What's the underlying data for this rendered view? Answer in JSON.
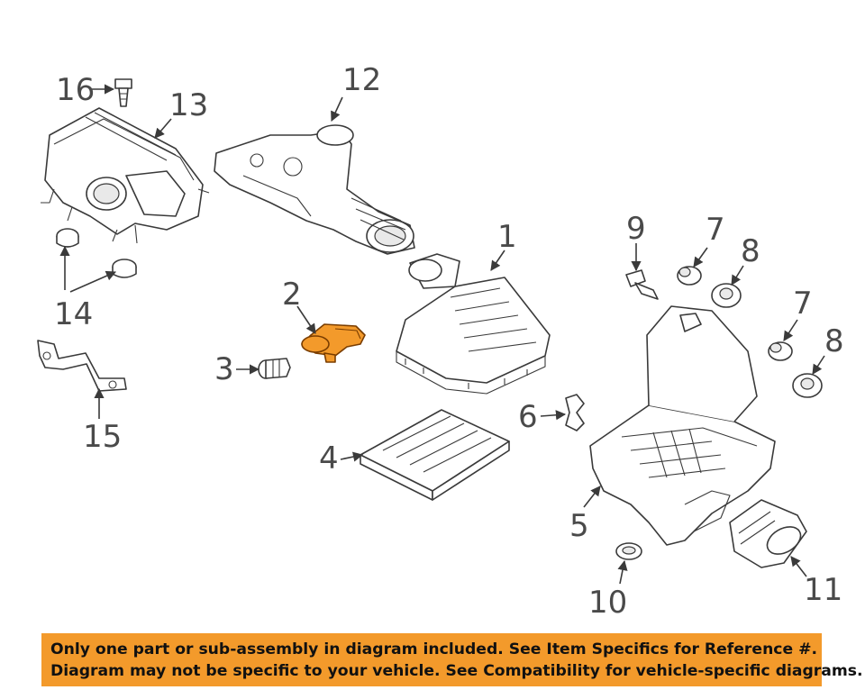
{
  "callouts": [
    "1",
    "2",
    "3",
    "4",
    "5",
    "6",
    "7",
    "8",
    "9",
    "10",
    "11",
    "12",
    "13",
    "14",
    "15",
    "16",
    "7",
    "8"
  ],
  "highlight_color": "#f39a2b",
  "line_color": "#3a3a3a",
  "banner": {
    "line1": "Only one part or sub-assembly in diagram included. See Item Specifics for Reference #.",
    "line2": "Diagram may not be specific to your vehicle. See Compatibility for vehicle-specific diagrams.",
    "background": "#f39a2b"
  }
}
